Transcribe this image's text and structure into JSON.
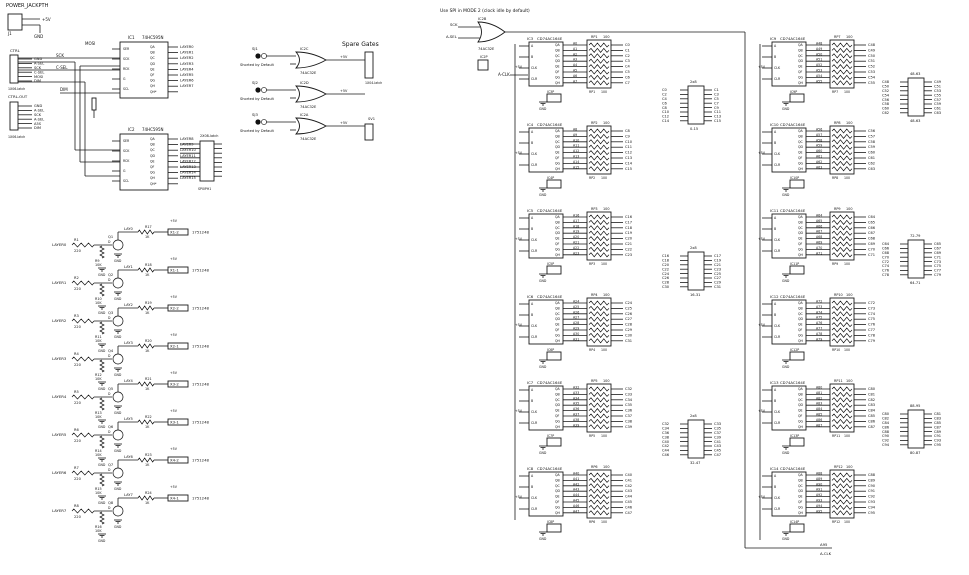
{
  "power": {
    "title": "POWER_JACKPTH",
    "ref": "J1",
    "plus": "+5V",
    "gnd": "GND"
  },
  "ctrl": {
    "label": "CTRL",
    "sub": "1X06-latch",
    "pins": [
      "GND",
      "A-SEL",
      "SCK",
      "C-SEL",
      "MOSI",
      "DIM"
    ]
  },
  "ctrl_out": {
    "label": "CTRL-OUT",
    "sub": "1X06-latch",
    "pins": [
      "GND",
      "A-SEL",
      "SCK",
      "A-SEL",
      "A5S",
      "DIM"
    ]
  },
  "ic1": {
    "ref": "IC1",
    "part": "74HC595N",
    "pins_l": [
      "SER",
      "SCK",
      "RCK",
      "G",
      "SCL"
    ],
    "pins_r": [
      "QA",
      "QB",
      "QC",
      "QD",
      "QE",
      "QF",
      "QG",
      "QH",
      "QH*"
    ],
    "nets_r": [
      "LAYER0",
      "LAYER1",
      "LAYER2",
      "LAYER3",
      "LAYER4",
      "LAYER5",
      "LAYER6",
      "LAYER7"
    ]
  },
  "ic2": {
    "ref": "IC2",
    "part": "74HC595N",
    "nets_r": [
      "LAYER8",
      "LAYER9",
      "LAYER10",
      "LAYER11",
      "LAYER12",
      "LAYER13",
      "LAYER14",
      "LAYER15"
    ]
  },
  "spare": {
    "title": "Spare Gates",
    "default_note": "Shorted by Default",
    "jumpers": [
      "SJ1",
      "SJ2",
      "SJ3"
    ],
    "gates": [
      "IC2C",
      "IC2D",
      "IC2A"
    ],
    "gate_part": "74AC32E",
    "header_ref": "SV1",
    "header_sub": "1X04-latch"
  },
  "left_header": {
    "ref": "SV2",
    "sub": "2X08-latch",
    "label": "SPI0PH1"
  },
  "mosi": "MOSI",
  "sck": "SCK",
  "c_sel": "C-SEL",
  "dim": "DIM",
  "layers": [
    {
      "net": "LAYER0",
      "r": "R1",
      "rv": "220",
      "q": "Q1",
      "rb": "R9",
      "rbv": "10K",
      "out": "LAY0",
      "rc": "R17",
      "rcv": "1K",
      "conn": "X1-2",
      "part": "1751248"
    },
    {
      "net": "LAYER1",
      "r": "R2",
      "rv": "220",
      "q": "Q2",
      "rb": "R10",
      "rbv": "10K",
      "out": "LAY1",
      "rc": "R18",
      "rcv": "1K",
      "conn": "X1-1",
      "part": "1751248"
    },
    {
      "net": "LAYER2",
      "r": "R3",
      "rv": "220",
      "q": "Q3",
      "rb": "R11",
      "rbv": "10K",
      "out": "LAY2",
      "rc": "R19",
      "rcv": "1K",
      "conn": "X2-2",
      "part": "1751248"
    },
    {
      "net": "LAYER3",
      "r": "R4",
      "rv": "220",
      "q": "Q4",
      "rb": "R12",
      "rbv": "10K",
      "out": "LAY3",
      "rc": "R20",
      "rcv": "1K",
      "conn": "X2-1",
      "part": "1751248"
    },
    {
      "net": "LAYER4",
      "r": "R5",
      "rv": "220",
      "q": "Q5",
      "rb": "R13",
      "rbv": "10K",
      "out": "LAY4",
      "rc": "R21",
      "rcv": "1K",
      "conn": "X3-2",
      "part": "1751248"
    },
    {
      "net": "LAYER5",
      "r": "R6",
      "rv": "220",
      "q": "Q6",
      "rb": "R14",
      "rbv": "10K",
      "out": "LAY5",
      "rc": "R22",
      "rcv": "1K",
      "conn": "X3-1",
      "part": "1751248"
    },
    {
      "net": "LAYER6",
      "r": "R7",
      "rv": "220",
      "q": "Q7",
      "rb": "R15",
      "rbv": "10K",
      "out": "LAY6",
      "rc": "R23",
      "rcv": "1K",
      "conn": "X4-2",
      "part": "1751248"
    },
    {
      "net": "LAYER7",
      "r": "R8",
      "rv": "220",
      "q": "Q8",
      "rb": "R16",
      "rbv": "10K",
      "out": "LAY7",
      "rc": "R24",
      "rcv": "1K",
      "conn": "X4-1",
      "part": "1751248"
    }
  ],
  "header_note": "Use SPI in MODE 2 (clock idle by default)",
  "sck_gate": {
    "ref": "IC2B",
    "part": "74AC32E",
    "in1": "SCK",
    "in2": "A-SEL",
    "cap": "IC2P"
  },
  "a_clk": "A-CLK",
  "counter_part": "CD74AC164E",
  "counter_pins_l": [
    "A",
    "B",
    "CLK",
    "CLR"
  ],
  "counter_pins_r": [
    "QA",
    "QB",
    "QC",
    "QD",
    "QE",
    "QF",
    "QG",
    "QH"
  ],
  "rn_part": "100",
  "rn_label": "220",
  "col1": [
    {
      "ref": "IC3",
      "rn": "RP1",
      "c": [
        "C0",
        "C1",
        "C2",
        "C3",
        "C4",
        "C5",
        "C6",
        "C7"
      ],
      "sig": [
        "A0",
        "A1",
        "A2",
        "A3",
        "A4",
        "A5",
        "A6",
        "A7"
      ]
    },
    {
      "ref": "IC4",
      "rn": "RP2",
      "c": [
        "C8",
        "C9",
        "C10",
        "C11",
        "C12",
        "C13",
        "C14",
        "C15"
      ],
      "sig": [
        "A8",
        "A9",
        "A10",
        "A11",
        "A12",
        "A13",
        "A14",
        "A15"
      ]
    },
    {
      "ref": "IC5",
      "rn": "RP3",
      "c": [
        "C16",
        "C17",
        "C18",
        "C19",
        "C20",
        "C21",
        "C22",
        "C23"
      ],
      "sig": [
        "A16",
        "A17",
        "A18",
        "A19",
        "A20",
        "A21",
        "A22",
        "A23"
      ]
    },
    {
      "ref": "IC6",
      "rn": "RP4",
      "c": [
        "C24",
        "C25",
        "C26",
        "C27",
        "C28",
        "C29",
        "C30",
        "C31"
      ],
      "sig": [
        "A24",
        "A25",
        "A26",
        "A27",
        "A28",
        "A29",
        "A30",
        "A31"
      ]
    },
    {
      "ref": "IC7",
      "rn": "RP5",
      "c": [
        "C32",
        "C33",
        "C34",
        "C35",
        "C36",
        "C37",
        "C38",
        "C39"
      ],
      "sig": [
        "A32",
        "A33",
        "A34",
        "A35",
        "A36",
        "A37",
        "A38",
        "A39"
      ]
    },
    {
      "ref": "IC8",
      "rn": "RP6",
      "c": [
        "C40",
        "C41",
        "C42",
        "C43",
        "C44",
        "C45",
        "C46",
        "C47"
      ],
      "sig": [
        "A40",
        "A41",
        "A42",
        "A43",
        "A44",
        "A45",
        "A46",
        "A47"
      ]
    }
  ],
  "col2": [
    {
      "ref": "IC9",
      "rn": "RP7",
      "c": [
        "C48",
        "C49",
        "C50",
        "C51",
        "C52",
        "C53",
        "C54",
        "C55"
      ],
      "sig": [
        "A48",
        "A49",
        "A50",
        "A51",
        "A52",
        "A53",
        "A54",
        "A55"
      ]
    },
    {
      "ref": "IC10",
      "rn": "RP8",
      "c": [
        "C56",
        "C57",
        "C58",
        "C59",
        "C60",
        "C61",
        "C62",
        "C63"
      ],
      "sig": [
        "A56",
        "A57",
        "A58",
        "A59",
        "A60",
        "A61",
        "A62",
        "A63"
      ]
    },
    {
      "ref": "IC11",
      "rn": "RP9",
      "c": [
        "C64",
        "C65",
        "C66",
        "C67",
        "C68",
        "C69",
        "C70",
        "C71"
      ],
      "sig": [
        "A64",
        "A65",
        "A66",
        "A67",
        "A68",
        "A69",
        "A70",
        "A71"
      ]
    },
    {
      "ref": "IC12",
      "rn": "RP10",
      "c": [
        "C72",
        "C73",
        "C74",
        "C75",
        "C76",
        "C77",
        "C78",
        "C79"
      ],
      "sig": [
        "A72",
        "A73",
        "A74",
        "A75",
        "A76",
        "A77",
        "A78",
        "A79"
      ]
    },
    {
      "ref": "IC13",
      "rn": "RP11",
      "c": [
        "C80",
        "C81",
        "C82",
        "C83",
        "C84",
        "C85",
        "C86",
        "C87"
      ],
      "sig": [
        "A80",
        "A81",
        "A82",
        "A83",
        "A84",
        "A85",
        "A86",
        "A87"
      ]
    },
    {
      "ref": "IC14",
      "rn": "RP12",
      "c": [
        "C88",
        "C89",
        "C90",
        "C91",
        "C92",
        "C93",
        "C94",
        "C95"
      ],
      "sig": [
        "A88",
        "A89",
        "A90",
        "A91",
        "A92",
        "A93",
        "A94",
        "A95"
      ]
    }
  ],
  "headers": [
    {
      "title": "2x8",
      "sub": "0-15",
      "left": [
        "C0",
        "C2",
        "C4",
        "C6",
        "C8",
        "C10",
        "C12",
        "C14"
      ],
      "right": [
        "C1",
        "C3",
        "C5",
        "C7",
        "C9",
        "C11",
        "C13",
        "C15"
      ]
    },
    {
      "title": "2x8",
      "sub": "16-31",
      "left": [
        "C16",
        "C18",
        "C20",
        "C22",
        "C24",
        "C26",
        "C28",
        "C30"
      ],
      "right": [
        "C17",
        "C19",
        "C21",
        "C23",
        "C25",
        "C27",
        "C29",
        "C31"
      ]
    },
    {
      "title": "2x8",
      "sub": "32-47",
      "left": [
        "C32",
        "C34",
        "C36",
        "C38",
        "C40",
        "C42",
        "C44",
        "C46"
      ],
      "right": [
        "C33",
        "C35",
        "C37",
        "C39",
        "C41",
        "C43",
        "C45",
        "C47"
      ]
    },
    {
      "title": "48-63",
      "sub": "48-63",
      "left": [
        "C48",
        "C50",
        "C52",
        "C54",
        "C56",
        "C58",
        "C60",
        "C62"
      ],
      "right": [
        "C49",
        "C51",
        "C53",
        "C55",
        "C57",
        "C59",
        "C61",
        "C63"
      ]
    },
    {
      "title": "72-79",
      "sub": "64-71",
      "left": [
        "C64",
        "C66",
        "C68",
        "C70",
        "C72",
        "C74",
        "C76",
        "C78"
      ],
      "right": [
        "C65",
        "C67",
        "C69",
        "C71",
        "C73",
        "C75",
        "C77",
        "C79"
      ]
    },
    {
      "title": "88-95",
      "sub": "80-87",
      "left": [
        "C80",
        "C82",
        "C84",
        "C86",
        "C88",
        "C90",
        "C92",
        "C94"
      ],
      "right": [
        "C81",
        "C83",
        "C85",
        "C87",
        "C89",
        "C91",
        "C93",
        "C95"
      ]
    }
  ],
  "bottom_right": {
    "net1": "A95",
    "net2": "A-CLK"
  }
}
